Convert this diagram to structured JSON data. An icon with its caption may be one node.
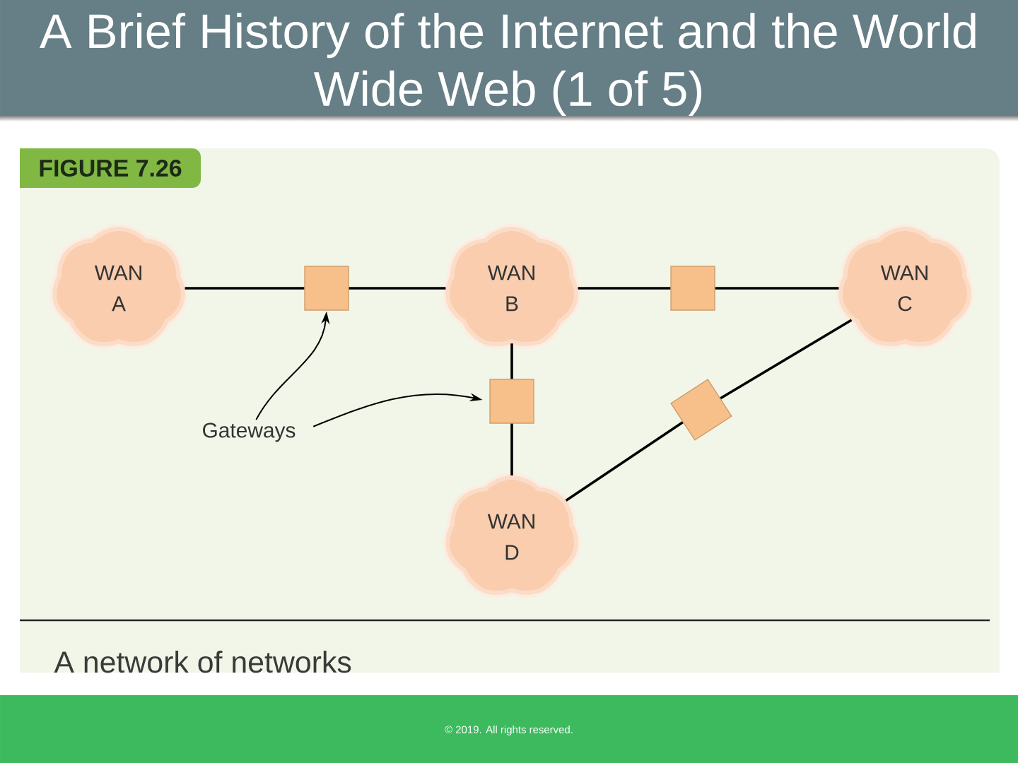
{
  "diagram": {
    "title": "A Brief History of the Internet and the World Wide Web (1 of 5)",
    "caption": "A network of networks",
    "nodes": [
      {
        "text": [
          "FIGURE 7.26"
        ]
      },
      {
        "text": [
          "WAN A"
        ]
      },
      {
        "text": [],
        "shape": "box"
      },
      {
        "text": [
          "WAN B"
        ]
      },
      {
        "text": [],
        "shape": "box"
      },
      {
        "text": [
          "WAN C"
        ]
      },
      {
        "text": [],
        "shape": "box"
      },
      {
        "text": [],
        "shape": "box"
      },
      {
        "text": [
          "Gateways"
        ]
      },
      {
        "text": [
          "WAN D"
        ]
      }
    ],
    "edges": [
      {
        "from": 1,
        "to": 2,
        "arrow": "none"
      },
      {
        "from": 2,
        "to": 3,
        "arrow": "none"
      },
      {
        "from": 3,
        "to": 4,
        "arrow": "none"
      },
      {
        "from": 4,
        "to": 5,
        "arrow": "none"
      },
      {
        "from": 3,
        "to": 6,
        "arrow": "none"
      },
      {
        "from": 6,
        "to": 9,
        "arrow": "none"
      },
      {
        "from": 9,
        "to": 7,
        "arrow": "none"
      },
      {
        "from": 7,
        "to": 5,
        "arrow": "none"
      },
      {
        "from": 8,
        "to": 2,
        "arrow": "to"
      },
      {
        "from": 8,
        "to": 6,
        "arrow": "to"
      }
    ],
    "labels": [
      "© 2019. All rights reserved."
    ]
  }
}
